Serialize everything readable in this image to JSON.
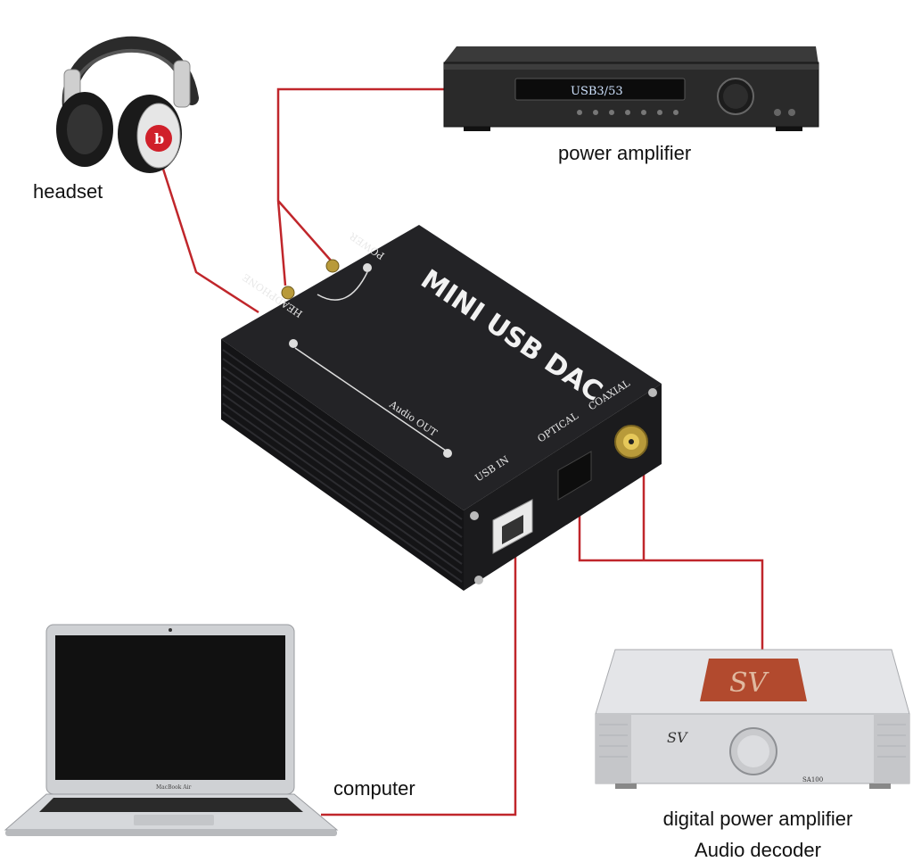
{
  "labels": {
    "headset": "headset",
    "power_amplifier": "power amplifier",
    "computer": "computer",
    "digital_amp_line1": "digital power amplifier",
    "digital_amp_line2": "Audio decoder"
  },
  "dac": {
    "title": "MINI USB DAC",
    "power": "POWER",
    "headphone": "HEADPHONE",
    "audio_out": "Audio OUT",
    "usb_in": "USB IN",
    "optical": "OPTICAL",
    "coaxial": "COAXIAL"
  },
  "amplifier": {
    "display": "USB3/53"
  },
  "laptop": {
    "brand": "MacBook Air"
  },
  "decoder": {
    "logo": "SV",
    "model": "SA100"
  },
  "colors": {
    "cable": "#c0262b",
    "dac_body": "#1b1b1d",
    "amp_body": "#2a2a2a",
    "decoder_body": "#d8d9dc"
  }
}
